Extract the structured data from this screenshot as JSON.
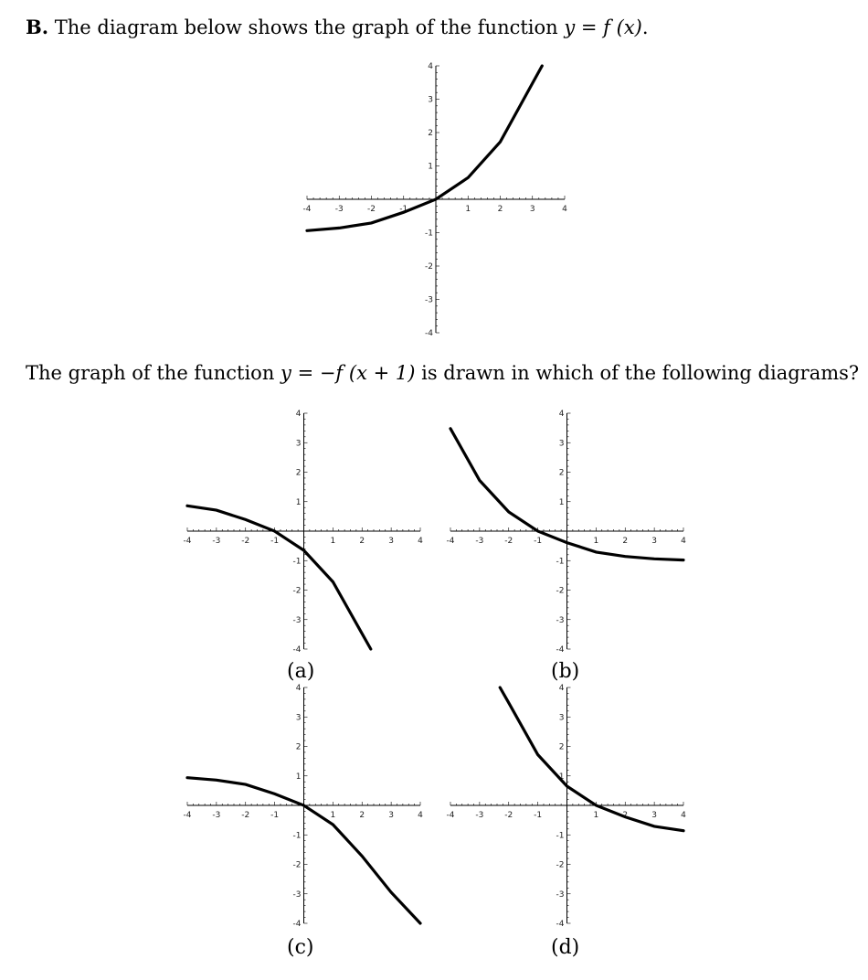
{
  "question": {
    "label": "B.",
    "text": "The diagram below shows the graph of the function",
    "formula": "y = f (x)",
    "end": "."
  },
  "prompt": {
    "before": "The graph of the function",
    "formula": "y = −f (x + 1)",
    "after": "is drawn in which of the following diagrams?"
  },
  "tick_labels": [
    "-4",
    "-3",
    "-2",
    "-1",
    "1",
    "2",
    "3",
    "4"
  ],
  "chart_data": [
    {
      "id": "main",
      "type": "line",
      "caption": "",
      "xlim": [
        -4,
        4
      ],
      "ylim": [
        -4,
        4
      ],
      "x": [
        -4,
        -3,
        -2,
        -1,
        0,
        1,
        2,
        3,
        3.3
      ],
      "y": [
        -0.94,
        -0.86,
        -0.71,
        -0.39,
        0,
        0.65,
        1.72,
        3.48,
        4.0
      ]
    },
    {
      "id": "a",
      "type": "line",
      "caption": "(a)",
      "xlim": [
        -4,
        4
      ],
      "ylim": [
        -4,
        4
      ],
      "x": [
        -4,
        -3,
        -2,
        -1,
        0,
        1,
        2,
        2.3
      ],
      "y": [
        0.86,
        0.71,
        0.39,
        0,
        -0.65,
        -1.72,
        -3.48,
        -4.0
      ]
    },
    {
      "id": "b",
      "type": "line",
      "caption": "(b)",
      "xlim": [
        -4,
        4
      ],
      "ylim": [
        -4,
        4
      ],
      "x": [
        -4,
        -3,
        -2,
        -1,
        0,
        1,
        2,
        3,
        4
      ],
      "y": [
        3.48,
        1.72,
        0.65,
        0,
        -0.39,
        -0.71,
        -0.86,
        -0.94,
        -0.98
      ]
    },
    {
      "id": "c",
      "type": "line",
      "caption": "(c)",
      "xlim": [
        -4,
        4
      ],
      "ylim": [
        -4,
        4
      ],
      "x": [
        -4,
        -3,
        -2,
        -1,
        0,
        1,
        2,
        3,
        4
      ],
      "y": [
        0.94,
        0.86,
        0.71,
        0.39,
        0,
        -0.65,
        -1.72,
        -2.95,
        -4.0
      ]
    },
    {
      "id": "d",
      "type": "line",
      "caption": "(d)",
      "xlim": [
        -4,
        4
      ],
      "ylim": [
        -4,
        4
      ],
      "x": [
        -2.3,
        -2,
        -1,
        0,
        1,
        2,
        3,
        4
      ],
      "y": [
        4.0,
        3.48,
        1.72,
        0.65,
        0,
        -0.39,
        -0.71,
        -0.86
      ]
    }
  ]
}
